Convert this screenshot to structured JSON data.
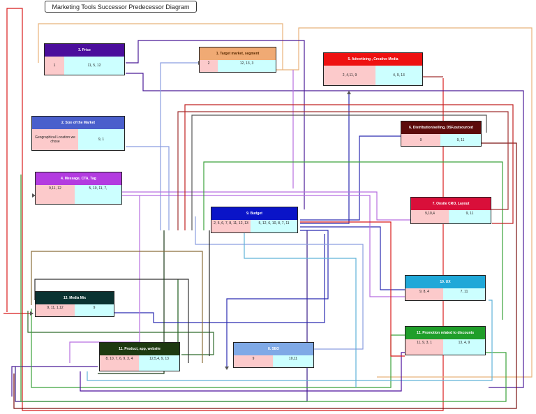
{
  "title": "Marketing Tools Successor Predecessor Diagram",
  "nodes": [
    {
      "id": "price",
      "title": "3. Price",
      "pred": "1",
      "succ": "11, 5, 12",
      "color": "#4b0e9c",
      "textColor": "#ffffff"
    },
    {
      "id": "target",
      "title": "1. Target market, segment",
      "pred": "2",
      "succ": "12, 13, 3",
      "color": "#f0aa74",
      "textColor": "#5a2a00"
    },
    {
      "id": "advertizing",
      "title": "5. Advertizing , Creative Media",
      "pred": "2, 4,11, 9",
      "succ": "4, 9, 13",
      "color": "#ee1111",
      "textColor": "#ffffff"
    },
    {
      "id": "size",
      "title": "2. Size of the Market",
      "pred": "Geographical Location we chose",
      "succ": "9, 1",
      "color": "#4a5fcc",
      "textColor": "#ffffff"
    },
    {
      "id": "distribution",
      "title": "6. Distribution/selling, DSF,outsourced",
      "pred": "9",
      "succ": "9, 11",
      "color": "#5c0a0a",
      "textColor": "#ffffff"
    },
    {
      "id": "message",
      "title": "4. Message, CTA, Tag",
      "pred": "9,11, 12",
      "succ": "5, 10, 11, 7,",
      "color": "#b33be0",
      "textColor": "#ffffff"
    },
    {
      "id": "budget",
      "title": "9. Budget",
      "pred": "2, 5, 6, 7, 8, 11, 12, 13",
      "succ": "5, 12, 6, 10, 8, 7, 11",
      "color": "#0a14c8",
      "textColor": "#ffffff"
    },
    {
      "id": "onsite",
      "title": "7. Onsite CRO, Layout",
      "pred": "9,10,4",
      "succ": "9, 11",
      "color": "#d90f3a",
      "textColor": "#ffffff"
    },
    {
      "id": "mediamix",
      "title": "13. Media Mix",
      "pred": "9, 11, 1,12",
      "succ": "9",
      "color": "#0b3332",
      "textColor": "#ffffff"
    },
    {
      "id": "ux",
      "title": "10. UX",
      "pred": "9, 8, 4",
      "succ": "7, 11",
      "color": "#20a8d8",
      "textColor": "#ffffff"
    },
    {
      "id": "promotion",
      "title": "12. Promotion related to discounts",
      "pred": "11, 9, 3, 1",
      "succ": "13, 4, 9",
      "color": "#1f9e2a",
      "textColor": "#ffffff"
    },
    {
      "id": "product",
      "title": "11. Product, app, website",
      "pred": "8, 10, 7, 6, 9, 3, 4",
      "succ": "12,5,4, 9, 13",
      "color": "#1d3a10",
      "textColor": "#ffffff"
    },
    {
      "id": "seo",
      "title": "8. SEO",
      "pred": "9",
      "succ": "10,11",
      "color": "#7fa9e6",
      "textColor": "#ffffff"
    }
  ]
}
